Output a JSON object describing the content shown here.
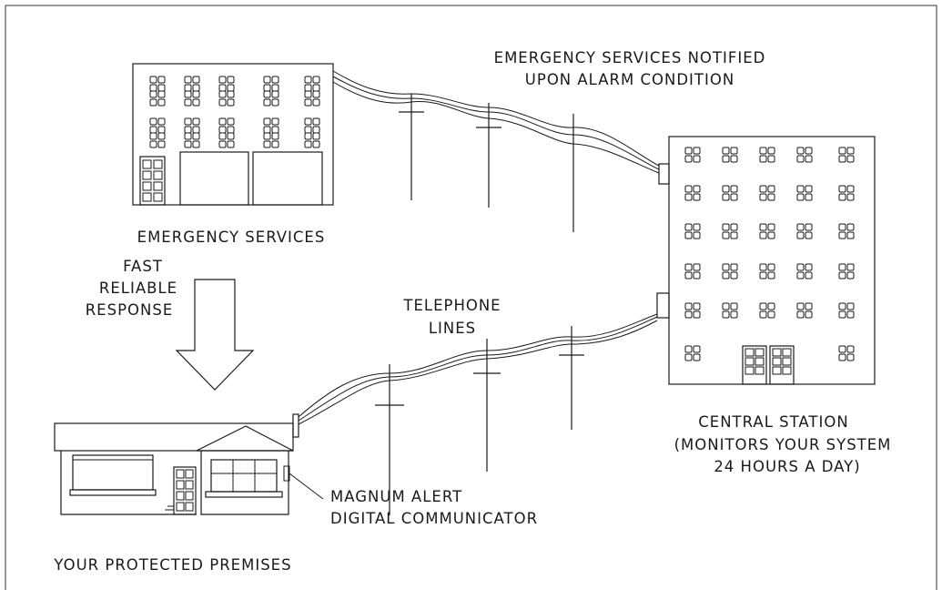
{
  "labels": {
    "notified_line1": "EMERGENCY SERVICES NOTIFIED",
    "notified_line2": "UPON ALARM CONDITION",
    "emergency_services": "EMERGENCY SERVICES",
    "response_line1": "FAST",
    "response_line2": "RELIABLE",
    "response_line3": "RESPONSE",
    "telephone_line1": "TELEPHONE",
    "telephone_line2": "LINES",
    "central_line1": "CENTRAL STATION",
    "central_line2": "(MONITORS YOUR SYSTEM",
    "central_line3": "24 HOURS A DAY)",
    "communicator_line1": "MAGNUM ALERT",
    "communicator_line2": "DIGITAL COMMUNICATOR",
    "premises": "YOUR PROTECTED PREMISES"
  },
  "colors": {
    "ink": "#1a1a1a",
    "background": "#ffffff"
  }
}
